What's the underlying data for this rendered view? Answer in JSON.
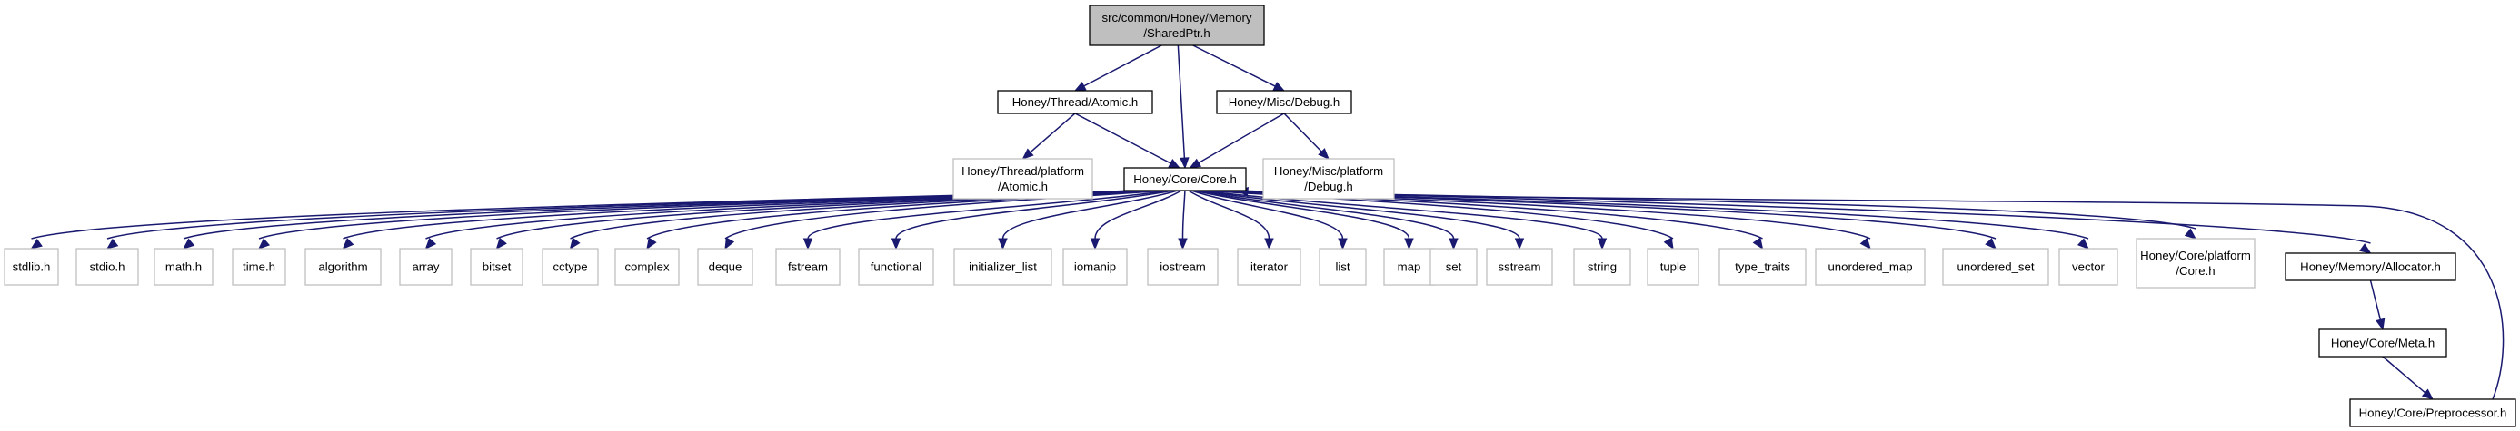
{
  "colors": {
    "edge": "#191970",
    "root_fill": "#bfbfbf",
    "node_border": "#000000",
    "external_border": "#bfbfbf"
  },
  "nodes": [
    {
      "id": "root",
      "label": [
        "src/common/Honey/Memory",
        "/SharedPtr.h"
      ],
      "kind": "root"
    },
    {
      "id": "atomic",
      "label": [
        "Honey/Thread/Atomic.h"
      ],
      "kind": "documented"
    },
    {
      "id": "debug",
      "label": [
        "Honey/Misc/Debug.h"
      ],
      "kind": "documented"
    },
    {
      "id": "atomic_platform",
      "label": [
        "Honey/Thread/platform",
        "/Atomic.h"
      ],
      "kind": "external"
    },
    {
      "id": "core",
      "label": [
        "Honey/Core/Core.h"
      ],
      "kind": "documented"
    },
    {
      "id": "debug_platform",
      "label": [
        "Honey/Misc/platform",
        "/Debug.h"
      ],
      "kind": "external"
    },
    {
      "id": "stdlib",
      "label": [
        "stdlib.h"
      ],
      "kind": "external"
    },
    {
      "id": "stdio",
      "label": [
        "stdio.h"
      ],
      "kind": "external"
    },
    {
      "id": "math",
      "label": [
        "math.h"
      ],
      "kind": "external"
    },
    {
      "id": "time",
      "label": [
        "time.h"
      ],
      "kind": "external"
    },
    {
      "id": "algorithm",
      "label": [
        "algorithm"
      ],
      "kind": "external"
    },
    {
      "id": "array",
      "label": [
        "array"
      ],
      "kind": "external"
    },
    {
      "id": "bitset",
      "label": [
        "bitset"
      ],
      "kind": "external"
    },
    {
      "id": "cctype",
      "label": [
        "cctype"
      ],
      "kind": "external"
    },
    {
      "id": "complex",
      "label": [
        "complex"
      ],
      "kind": "external"
    },
    {
      "id": "deque",
      "label": [
        "deque"
      ],
      "kind": "external"
    },
    {
      "id": "fstream",
      "label": [
        "fstream"
      ],
      "kind": "external"
    },
    {
      "id": "functional",
      "label": [
        "functional"
      ],
      "kind": "external"
    },
    {
      "id": "initializer_list",
      "label": [
        "initializer_list"
      ],
      "kind": "external"
    },
    {
      "id": "iomanip",
      "label": [
        "iomanip"
      ],
      "kind": "external"
    },
    {
      "id": "iostream",
      "label": [
        "iostream"
      ],
      "kind": "external"
    },
    {
      "id": "iterator",
      "label": [
        "iterator"
      ],
      "kind": "external"
    },
    {
      "id": "list",
      "label": [
        "list"
      ],
      "kind": "external"
    },
    {
      "id": "map",
      "label": [
        "map"
      ],
      "kind": "external"
    },
    {
      "id": "set",
      "label": [
        "set"
      ],
      "kind": "external"
    },
    {
      "id": "sstream",
      "label": [
        "sstream"
      ],
      "kind": "external"
    },
    {
      "id": "string",
      "label": [
        "string"
      ],
      "kind": "external"
    },
    {
      "id": "tuple",
      "label": [
        "tuple"
      ],
      "kind": "external"
    },
    {
      "id": "type_traits",
      "label": [
        "type_traits"
      ],
      "kind": "external"
    },
    {
      "id": "unordered_map",
      "label": [
        "unordered_map"
      ],
      "kind": "external"
    },
    {
      "id": "unordered_set",
      "label": [
        "unordered_set"
      ],
      "kind": "external"
    },
    {
      "id": "vector",
      "label": [
        "vector"
      ],
      "kind": "external"
    },
    {
      "id": "core_platform",
      "label": [
        "Honey/Core/platform",
        "/Core.h"
      ],
      "kind": "external"
    },
    {
      "id": "allocator",
      "label": [
        "Honey/Memory/Allocator.h"
      ],
      "kind": "documented"
    },
    {
      "id": "meta",
      "label": [
        "Honey/Core/Meta.h"
      ],
      "kind": "documented"
    },
    {
      "id": "preprocessor",
      "label": [
        "Honey/Core/Preprocessor.h"
      ],
      "kind": "documented"
    }
  ],
  "edges": [
    [
      "root",
      "atomic"
    ],
    [
      "root",
      "core"
    ],
    [
      "root",
      "debug"
    ],
    [
      "atomic",
      "atomic_platform"
    ],
    [
      "atomic",
      "core"
    ],
    [
      "debug",
      "core"
    ],
    [
      "debug",
      "debug_platform"
    ],
    [
      "core",
      "stdlib"
    ],
    [
      "core",
      "stdio"
    ],
    [
      "core",
      "math"
    ],
    [
      "core",
      "time"
    ],
    [
      "core",
      "algorithm"
    ],
    [
      "core",
      "array"
    ],
    [
      "core",
      "bitset"
    ],
    [
      "core",
      "cctype"
    ],
    [
      "core",
      "complex"
    ],
    [
      "core",
      "deque"
    ],
    [
      "core",
      "fstream"
    ],
    [
      "core",
      "functional"
    ],
    [
      "core",
      "initializer_list"
    ],
    [
      "core",
      "iomanip"
    ],
    [
      "core",
      "iostream"
    ],
    [
      "core",
      "iterator"
    ],
    [
      "core",
      "list"
    ],
    [
      "core",
      "map"
    ],
    [
      "core",
      "set"
    ],
    [
      "core",
      "sstream"
    ],
    [
      "core",
      "string"
    ],
    [
      "core",
      "tuple"
    ],
    [
      "core",
      "type_traits"
    ],
    [
      "core",
      "unordered_map"
    ],
    [
      "core",
      "unordered_set"
    ],
    [
      "core",
      "vector"
    ],
    [
      "core",
      "core_platform"
    ],
    [
      "core",
      "allocator"
    ],
    [
      "allocator",
      "meta"
    ],
    [
      "meta",
      "preprocessor"
    ],
    [
      "preprocessor",
      "core"
    ]
  ]
}
